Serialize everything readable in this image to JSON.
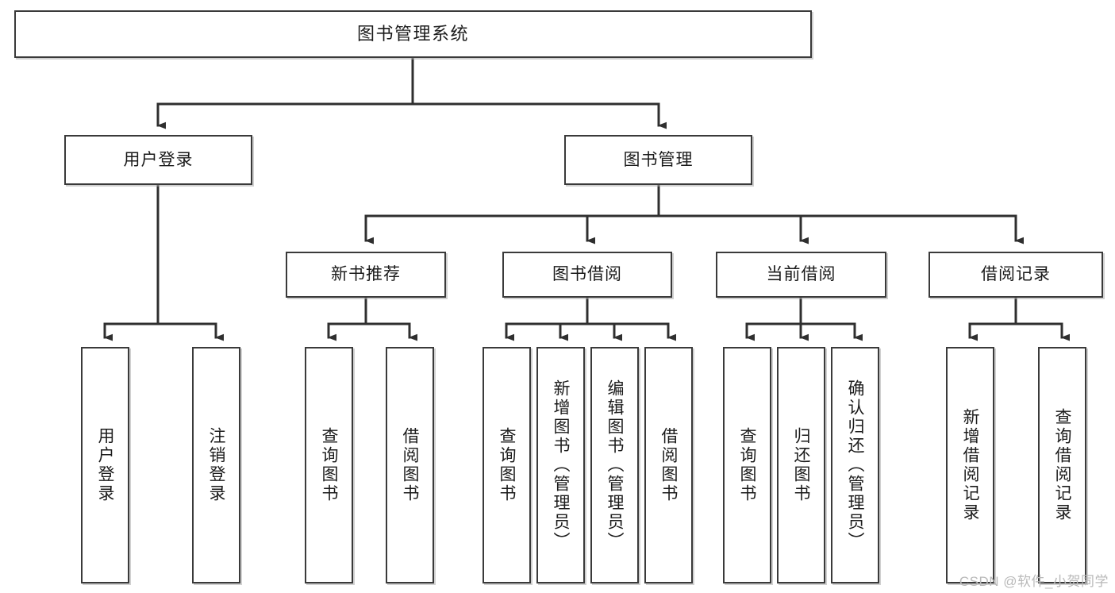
{
  "diagram": {
    "title": "图书管理系统",
    "type": "tree",
    "watermark": "CSDN @软件_小贺同学",
    "colors": {
      "node_border": "#3a3a3a",
      "node_fill": "#ffffff",
      "edge": "#333333",
      "text": "#1b1b1b",
      "watermark": "#b9b9b9"
    },
    "levels": {
      "root": [
        "图书管理系统"
      ],
      "level2": [
        "用户登录",
        "图书管理"
      ],
      "level3": [
        "新书推荐",
        "图书借阅",
        "当前借阅",
        "借阅记录"
      ],
      "leaves": [
        "用户登录",
        "注销登录",
        "查询图书",
        "借阅图书",
        "查询图书",
        "新增图书（管理员）",
        "编辑图书（管理员）",
        "借阅图书",
        "查询图书",
        "归还图书",
        "确认归还（管理员）",
        "新增借阅记录",
        "查询借阅记录"
      ]
    }
  },
  "nodes": {
    "root": {
      "label": "图书管理系统"
    },
    "user_login": {
      "label": "用户登录"
    },
    "book_manage": {
      "label": "图书管理"
    },
    "new_book_rec": {
      "label": "新书推荐"
    },
    "book_borrow": {
      "label": "图书借阅"
    },
    "current_borrow": {
      "label": "当前借阅"
    },
    "borrow_record": {
      "label": "借阅记录"
    },
    "leaf_user_login": {
      "label": "用户登录"
    },
    "leaf_logout": {
      "label": "注销登录"
    },
    "leaf_query_book_1": {
      "label": "查询图书"
    },
    "leaf_borrow_book_1": {
      "label": "借阅图书"
    },
    "leaf_query_book_2": {
      "label": "查询图书"
    },
    "leaf_add_book": {
      "label": "新增图书（管理员）"
    },
    "leaf_edit_book": {
      "label": "编辑图书（管理员）"
    },
    "leaf_borrow_book_2": {
      "label": "借阅图书"
    },
    "leaf_query_book_3": {
      "label": "查询图书"
    },
    "leaf_return_book": {
      "label": "归还图书"
    },
    "leaf_confirm_return": {
      "label": "确认归还（管理员）"
    },
    "leaf_add_record": {
      "label": "新增借阅记录"
    },
    "leaf_query_record": {
      "label": "查询借阅记录"
    }
  }
}
